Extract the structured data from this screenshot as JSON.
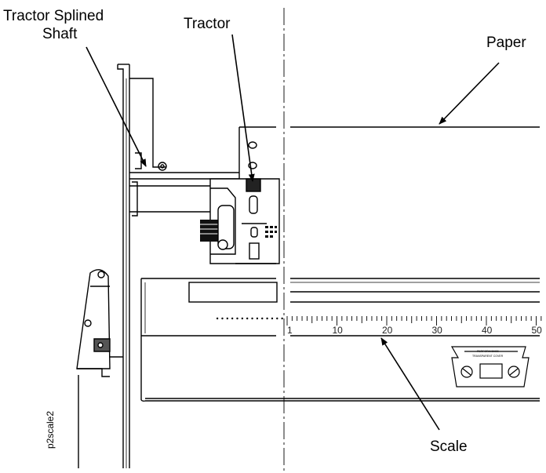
{
  "callouts": {
    "tractor_splined_shaft_line1": "Tractor Splined",
    "tractor_splined_shaft_line2": "Shaft",
    "tractor": "Tractor",
    "paper": "Paper",
    "scale": "Scale"
  },
  "figure_code": "p2scale2",
  "scale_numbers": [
    "1",
    "10",
    "20",
    "30",
    "40",
    "50"
  ],
  "device_label": {
    "line1": "PERFORM BASE",
    "line2": "TRANSPARENT COVER"
  },
  "colors": {
    "ink": "#000000",
    "background": "#ffffff"
  }
}
